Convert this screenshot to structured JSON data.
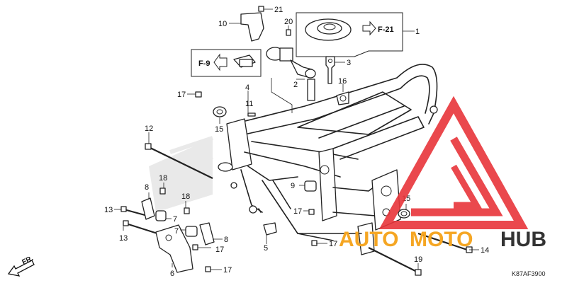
{
  "diagram_code": "K87AF3900",
  "front_indicator": "FR.",
  "refs": [
    {
      "id": "F-9",
      "text": "F-9"
    },
    {
      "id": "F-21",
      "text": "F-21"
    }
  ],
  "callouts": {
    "p1": "1",
    "p2": "2",
    "p3": "3",
    "p4": "4",
    "p5": "5",
    "p6": "6",
    "p7a": "7",
    "p7b": "7",
    "p8a": "8",
    "p8b": "8",
    "p9": "9",
    "p10": "10",
    "p11": "11",
    "p12": "12",
    "p13a": "13",
    "p13b": "13",
    "p14": "14",
    "p15a": "15",
    "p15b": "15",
    "p16": "16",
    "p17a": "17",
    "p17b": "17",
    "p17c": "17",
    "p17d": "17",
    "p17e": "17",
    "p18a": "18",
    "p18b": "18",
    "p19": "19",
    "p20": "20",
    "p21": "21"
  },
  "watermark": {
    "text_auto": "AUTO",
    "text_moto": "MOTO",
    "text_hub": "HUB",
    "color_red": "#e8353a",
    "color_yellow": "#f5a623",
    "color_dark": "#333333"
  }
}
